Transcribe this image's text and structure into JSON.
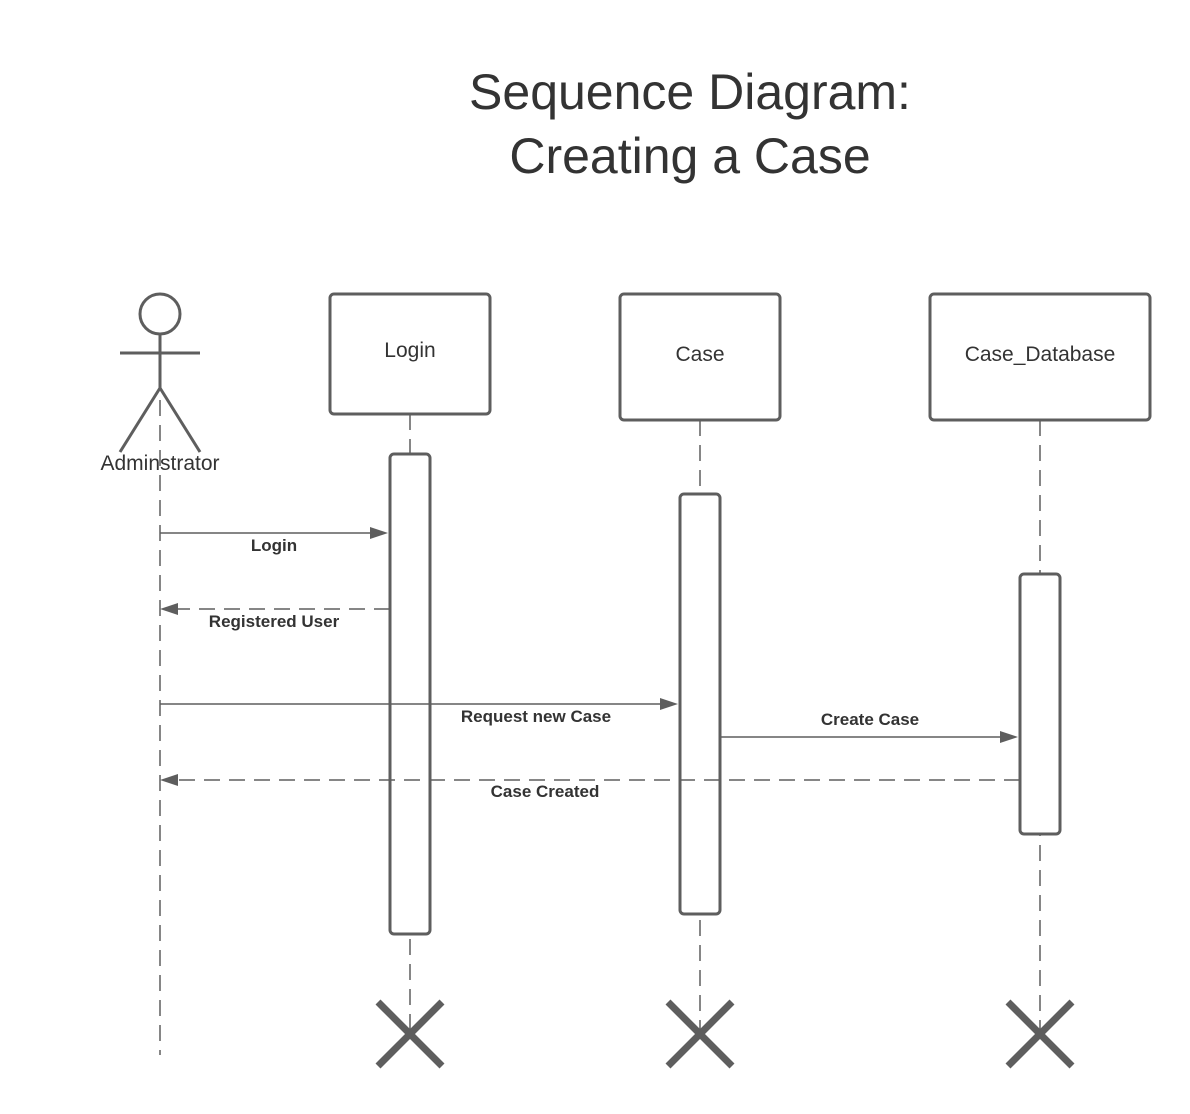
{
  "title": {
    "line1": "Sequence Diagram:",
    "line2": "Creating a Case"
  },
  "actor": {
    "label": "Adminstrator"
  },
  "objects": [
    {
      "label": "Login"
    },
    {
      "label": "Case"
    },
    {
      "label": "Case_Database"
    }
  ],
  "messages": [
    {
      "label": "Login",
      "from": "Adminstrator",
      "to": "Login",
      "style": "solid"
    },
    {
      "label": "Registered User",
      "from": "Login",
      "to": "Adminstrator",
      "style": "dashed"
    },
    {
      "label": "Request new Case",
      "from": "Adminstrator",
      "to": "Case",
      "style": "solid"
    },
    {
      "label": "Create Case",
      "from": "Case",
      "to": "Case_Database",
      "style": "solid"
    },
    {
      "label": "Case Created",
      "from": "Case_Database",
      "to": "Adminstrator",
      "style": "dashed"
    }
  ],
  "colors": {
    "stroke": "#5e5e5e",
    "text": "#333333",
    "background": "#ffffff"
  }
}
